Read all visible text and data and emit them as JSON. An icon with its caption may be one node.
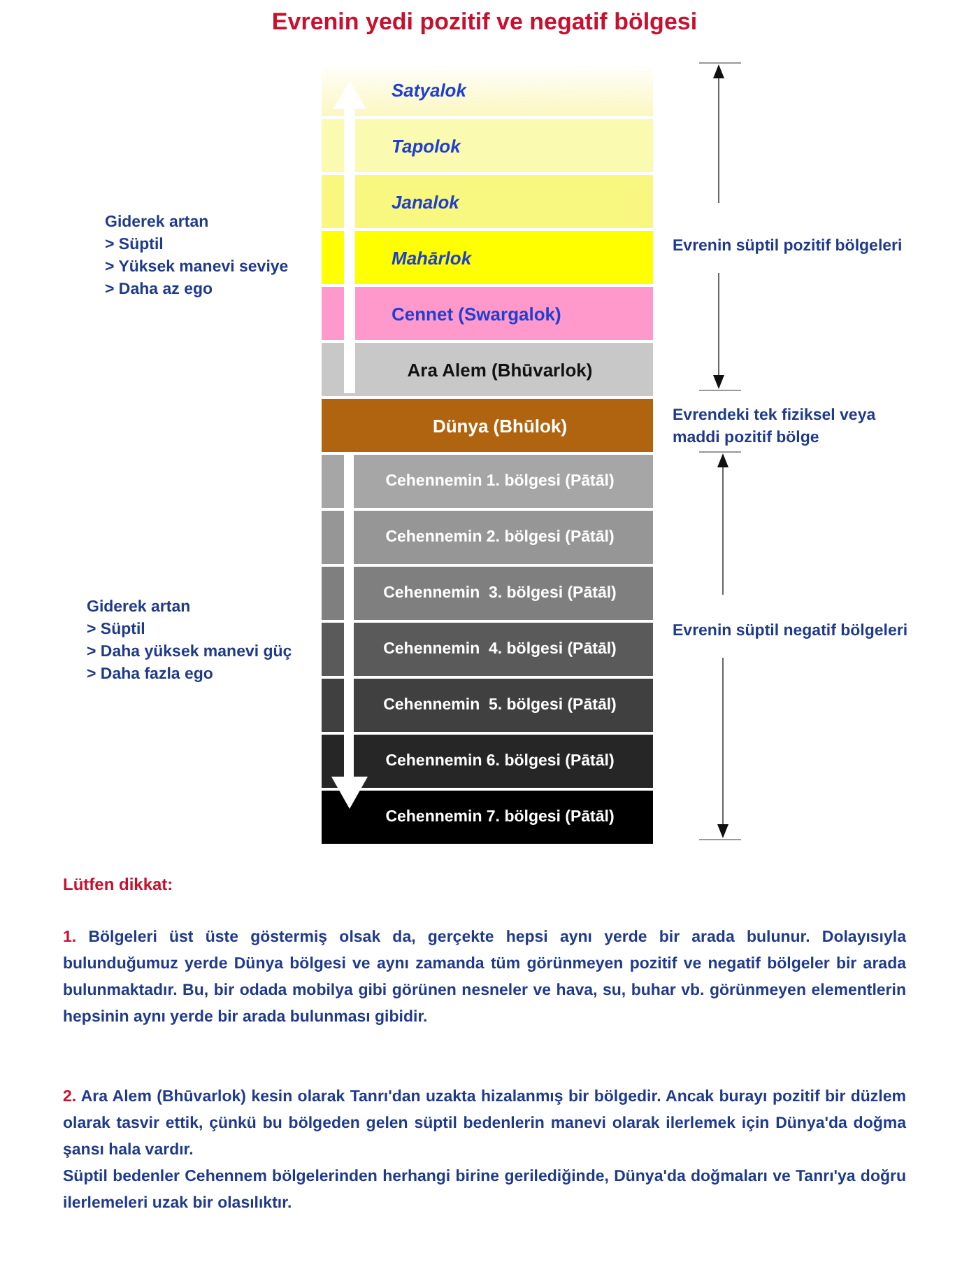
{
  "diagram": {
    "title": "Evrenin yedi pozitif ve negatif bölgesi",
    "nodes": [
      {
        "text": [
          "Satyalok"
        ]
      },
      {
        "text": [
          "Tapolok"
        ]
      },
      {
        "text": [
          "Janalok"
        ]
      },
      {
        "text": [
          "Mahārlok"
        ]
      },
      {
        "text": [
          "Cennet (Swargalok)"
        ]
      },
      {
        "text": [
          "Ara Alem (Bhūvarlok)"
        ]
      },
      {
        "text": [
          "Dünya (Bhūlok)"
        ]
      },
      {
        "text": [
          "Cehennemin 1. bölgesi (Pātāl)"
        ]
      },
      {
        "text": [
          "Cehennemin 2. bölgesi (Pātāl)"
        ]
      },
      {
        "text": [
          "Cehennemin  3. bölgesi (Pātāl)"
        ]
      },
      {
        "text": [
          "Cehennemin  4. bölgesi (Pātāl)"
        ]
      },
      {
        "text": [
          "Cehennemin  5. bölgesi (Pātāl)"
        ]
      },
      {
        "text": [
          "Cehennemin 6. bölgesi (Pātāl)"
        ]
      },
      {
        "text": [
          "Cehennemin 7. bölgesi (Pātāl)"
        ]
      }
    ],
    "labels": [
      "Giderek artan",
      "> Süptil",
      "> Yüksek manevi seviye",
      "> Daha az ego",
      "Evrenin süptil pozitif bölgeleri",
      "Evrendeki tek fiziksel  veya maddi pozitif bölge",
      "Giderek artan",
      "> Süptil",
      "> Daha yüksek manevi güç",
      "> Daha fazla ego",
      "Evrenin süptil negatif bölgeleri",
      "Lütfen dikkat:",
      "1.",
      "Bölgeleri üst üste göstermiş olsak da, gerçekte hepsi aynı yerde bir arada bulunur. Dolayısıyla bulunduğumuz yerde Dünya bölgesi ve aynı zamanda tüm görünmeyen pozitif ve negatif bölgeler bir arada bulunmaktadır. Bu, bir odada mobilya gibi görünen nesneler ve hava, su, buhar vb. görünmeyen elementlerin hepsinin aynı yerde bir arada bulunması gibidir.",
      "2.",
      "Ara Alem (Bhūvarlok) kesin olarak Tanrı'dan uzakta hizalanmış bir bölgedir. Ancak burayı pozitif bir düzlem olarak tasvir ettik, çünkü bu bölgeden gelen süptil bedenlerin manevi olarak ilerlemek için Dünya'da doğma şansı hala vardır.",
      "Süptil bedenler Cehennem bölgelerinden herhangi birine gerilediğinde, Dünya'da doğmaları ve Tanrı'ya doğru ilerlemeleri uzak bir olasılıktır."
    ]
  }
}
